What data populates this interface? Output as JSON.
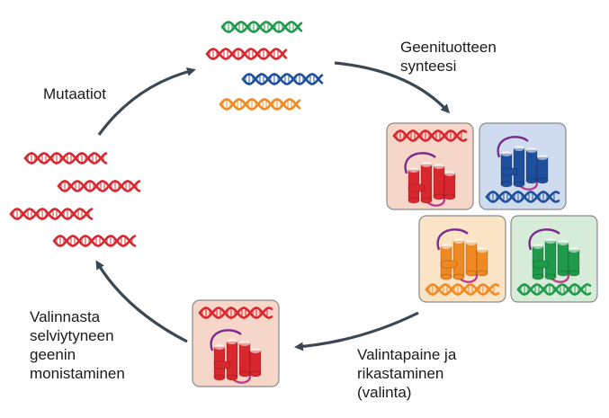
{
  "labels": {
    "mutations": "Mutaatiot",
    "synthesis_line1": "Geenituotteen",
    "synthesis_line2": "synteesi",
    "selection_line1": "Valintapaine ja",
    "selection_line2": "rikastaminen",
    "selection_line3": "(valinta)",
    "amplification_line1": "Valinnasta",
    "amplification_line2": "selviytyneen",
    "amplification_line3": "geenin",
    "amplification_line4": "monistaminen"
  },
  "colors": {
    "red": "#d9272e",
    "green": "#1f9a4a",
    "blue": "#1d4f9c",
    "orange": "#ef8a22",
    "arrow": "#3b4752",
    "box_red": "#f6d6c8",
    "box_blue": "#cfdcef",
    "box_orange": "#fbe3c6",
    "box_green": "#d6ecd9",
    "box_stroke": "#8a8a8a"
  },
  "icons": {
    "gene": "dna-double-helix-icon",
    "protein": "protein-cylinders-icon",
    "arrow": "cycle-arrow-icon"
  }
}
